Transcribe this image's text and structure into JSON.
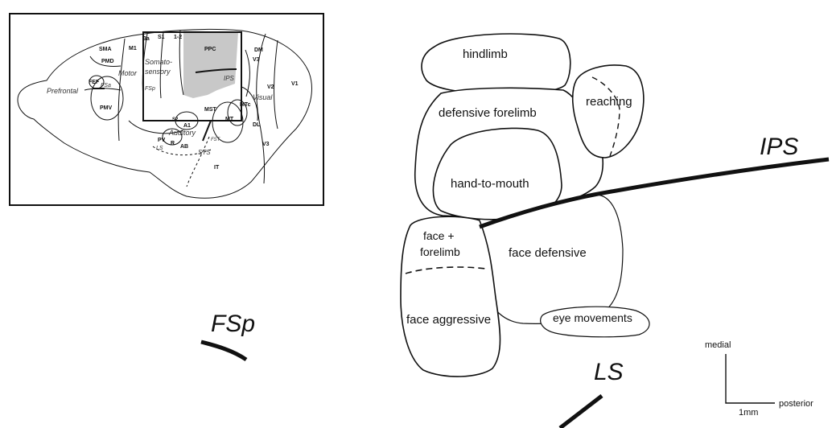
{
  "inset": {
    "areas": {
      "sma": "SMA",
      "m1": "M1",
      "3a": "3a",
      "s1": "S1",
      "12": "1-2",
      "ppc": "PPC",
      "dm": "DM",
      "v3_top": "V3",
      "v2": "V2",
      "v1": "V1",
      "pmd": "PMD",
      "motor": "Motor",
      "fef": "FEF",
      "fsa": "FSa",
      "prefrontal": "Prefrontal",
      "pmv": "PMV",
      "somato": "Somato-",
      "sensory": "sensory",
      "fsp": "FSp",
      "ips": "IPS",
      "visual": "Visual",
      "mst": "MST",
      "mtc": "MTc",
      "mt": "MT",
      "dl": "DL",
      "v3_bottom": "V3",
      "a1": "A1",
      "s2": "S2",
      "auditory": "Auditory",
      "pv": "PV",
      "r": "R",
      "ab": "AB",
      "ls": "LS",
      "fst": "FST",
      "sts": "STS",
      "it": "IT"
    }
  },
  "regions": {
    "hindlimb": "hindlimb",
    "reaching": "reaching",
    "defensive_forelimb": "defensive forelimb",
    "hand_to_mouth": "hand-to-mouth",
    "face_forelimb_line1": "face +",
    "face_forelimb_line2": "forelimb",
    "face_defensive": "face defensive",
    "face_aggressive": "face aggressive",
    "eye_movements": "eye movements"
  },
  "sulci": {
    "ips": "IPS",
    "fsp": "FSp",
    "ls": "LS"
  },
  "scale": {
    "medial": "medial",
    "posterior": "posterior",
    "bar": "1mm"
  }
}
